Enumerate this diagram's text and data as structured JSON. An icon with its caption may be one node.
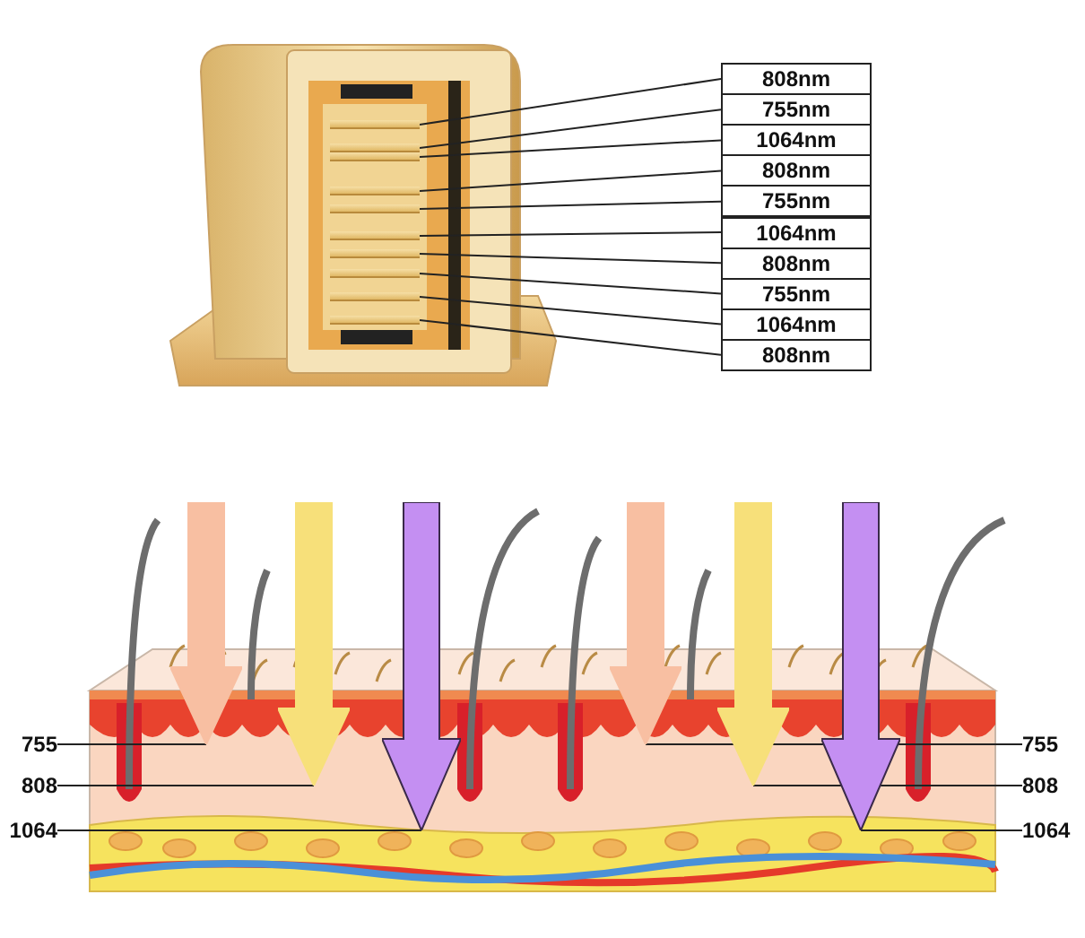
{
  "diagram": {
    "nodes": [
      {
        "text": [
          "808nm"
        ]
      },
      {
        "text": [
          "755nm"
        ]
      },
      {
        "text": [
          "1064nm"
        ]
      },
      {
        "text": [
          "808nm"
        ]
      },
      {
        "text": [
          "755nm"
        ]
      },
      {
        "text": [
          "1064nm"
        ]
      },
      {
        "text": [
          "808nm"
        ]
      },
      {
        "text": [
          "755nm"
        ]
      },
      {
        "text": [
          "1064nm"
        ]
      },
      {
        "text": [
          "808nm"
        ]
      },
      {
        "text": [],
        "shape": "bar"
      },
      {
        "text": [],
        "shape": "bar"
      },
      {
        "text": [],
        "shape": "bar"
      },
      {
        "text": [],
        "shape": "bar"
      },
      {
        "text": [],
        "shape": "bar"
      },
      {
        "text": [],
        "shape": "bar"
      },
      {
        "text": [],
        "shape": "bar"
      },
      {
        "text": [],
        "shape": "bar"
      },
      {
        "text": [],
        "shape": "bar"
      },
      {
        "text": [],
        "shape": "bar"
      },
      {
        "text": [
          "755"
        ]
      },
      {
        "text": [
          "808"
        ]
      },
      {
        "text": [
          "1064"
        ]
      },
      {
        "text": [],
        "shape": "arrow"
      },
      {
        "text": [],
        "shape": "arrow"
      },
      {
        "text": [],
        "shape": "arrow"
      },
      {
        "text": [],
        "shape": "arrow"
      },
      {
        "text": [],
        "shape": "arrow"
      },
      {
        "text": [],
        "shape": "arrow"
      },
      {
        "text": [
          "755"
        ]
      },
      {
        "text": [
          "808"
        ]
      },
      {
        "text": [
          "1064"
        ]
      }
    ],
    "edges": [
      {
        "from": 0,
        "to": 10,
        "arrow": "none"
      },
      {
        "from": 1,
        "to": 11,
        "arrow": "none"
      },
      {
        "from": 2,
        "to": 12,
        "arrow": "none"
      },
      {
        "from": 3,
        "to": 13,
        "arrow": "none"
      },
      {
        "from": 4,
        "to": 14,
        "arrow": "none"
      },
      {
        "from": 5,
        "to": 15,
        "arrow": "none"
      },
      {
        "from": 6,
        "to": 16,
        "arrow": "none"
      },
      {
        "from": 7,
        "to": 17,
        "arrow": "none"
      },
      {
        "from": 8,
        "to": 18,
        "arrow": "none"
      },
      {
        "from": 9,
        "to": 19,
        "arrow": "none"
      },
      {
        "from": 20,
        "to": 23,
        "arrow": "none"
      },
      {
        "from": 21,
        "to": 24,
        "arrow": "none"
      },
      {
        "from": 22,
        "to": 25,
        "arrow": "none"
      },
      {
        "from": 29,
        "to": 26,
        "arrow": "none"
      },
      {
        "from": 30,
        "to": 27,
        "arrow": "none"
      },
      {
        "from": 31,
        "to": 28,
        "arrow": "none"
      }
    ]
  }
}
